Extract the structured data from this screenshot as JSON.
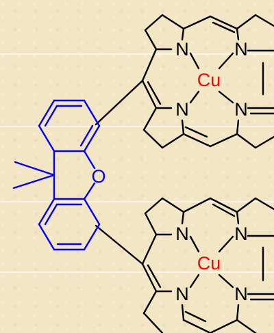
{
  "colors": {
    "background": "#f3e6c4",
    "rule_lines": "#ffffff",
    "porphyrin": "#000000",
    "copper": "#ff0000",
    "xanthene": "#0000ff"
  },
  "labels": {
    "top": {
      "n_nw": "N",
      "n_ne": "N",
      "n_sw": "N",
      "n_se": "N",
      "metal": "Cu"
    },
    "bottom": {
      "n_nw": "N",
      "n_ne": "N",
      "n_sw": "N",
      "n_se": "N",
      "metal": "Cu"
    },
    "xanthene_oxygen": "O"
  }
}
